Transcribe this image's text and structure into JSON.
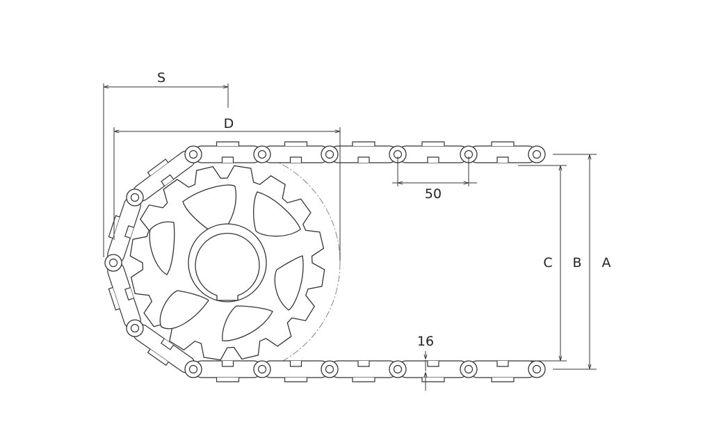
{
  "diagram": {
    "colors": {
      "line": "#333333",
      "text": "#222222",
      "background": "#ffffff"
    },
    "labels": {
      "s": "S",
      "d": "D",
      "pitch": "50",
      "c": "C",
      "b": "B",
      "a": "A",
      "thickness": "16"
    }
  }
}
